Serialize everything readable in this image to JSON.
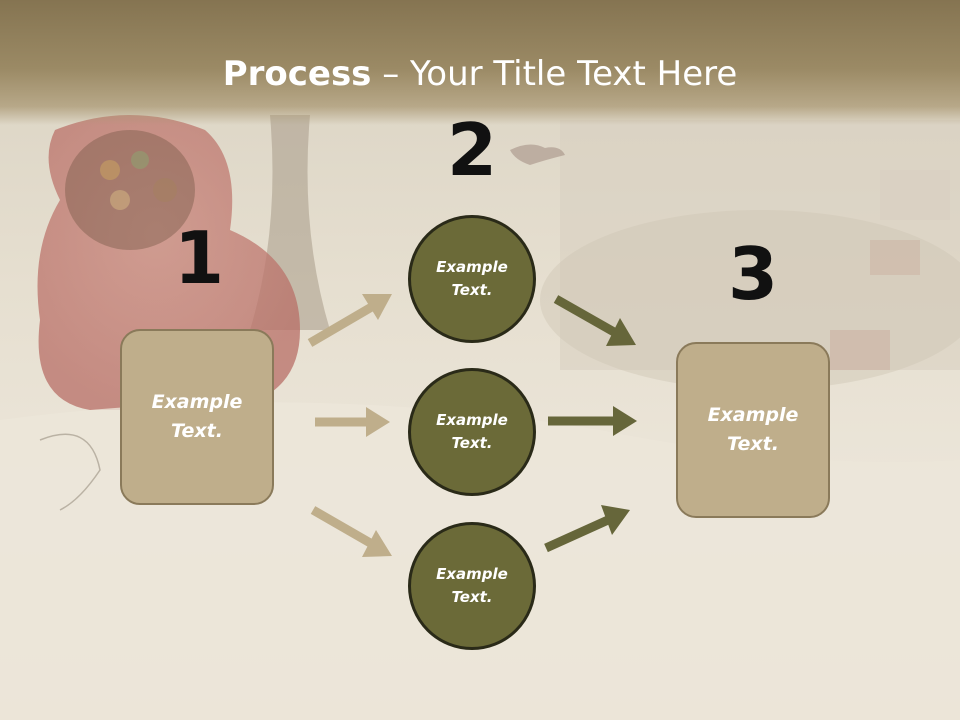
{
  "slide": {
    "title_bold": "Process",
    "title_rest": " – Your Title Text Here",
    "step1": {
      "number": "1",
      "text": "Example\nText."
    },
    "step2": {
      "number": "2",
      "items": [
        {
          "text": "Example\nText."
        },
        {
          "text": "Example\nText."
        },
        {
          "text": "Example\nText."
        }
      ]
    },
    "step3": {
      "number": "3",
      "text": "Example\nText."
    }
  },
  "colors": {
    "title_band": "#8a7a56",
    "box_fill": "#bfae8b",
    "box_border": "#8a7a5a",
    "circle_fill": "#6b6a38",
    "circle_border": "#2a2a18",
    "arrow_light": "#bfae8b",
    "arrow_dark": "#66663a"
  }
}
